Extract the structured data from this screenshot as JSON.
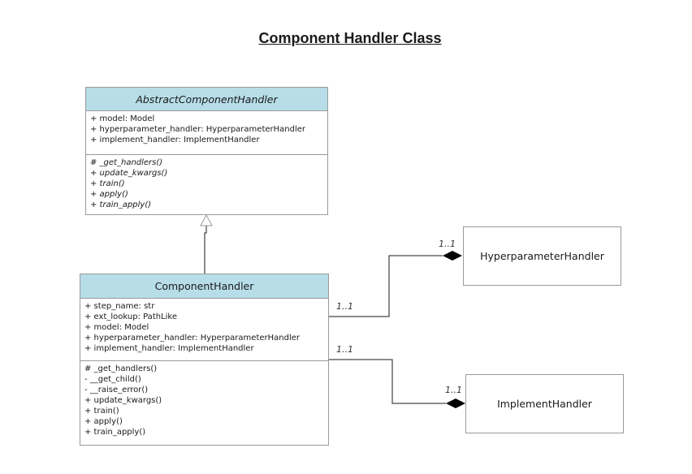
{
  "title": "Component Handler Class",
  "abstract_class": {
    "name": "AbstractComponentHandler",
    "attributes": [
      "+ model: Model",
      "+ hyperparameter_handler: HyperparameterHandler",
      "+ implement_handler: ImplementHandler"
    ],
    "methods": [
      "# _get_handlers()",
      "+ update_kwargs()",
      "+ train()",
      "+ apply()",
      "+ train_apply()"
    ]
  },
  "component_class": {
    "name": "ComponentHandler",
    "attributes": [
      "+ step_name: str",
      "+ ext_lookup: PathLike",
      "+ model: Model",
      "+ hyperparameter_handler: HyperparameterHandler",
      "+ implement_handler: ImplementHandler"
    ],
    "methods": [
      "# _get_handlers()",
      "- __get_child()",
      "- __raise_error()",
      "+ update_kwargs()",
      "+ train()",
      "+ apply()",
      "+ train_apply()"
    ]
  },
  "hyperparameter_handler": {
    "name": "HyperparameterHandler"
  },
  "implement_handler": {
    "name": "ImplementHandler"
  },
  "associations": {
    "to_hyperparameter": {
      "source_multiplicity": "1..1",
      "target_multiplicity": "1..1"
    },
    "to_implement": {
      "source_multiplicity": "1..1",
      "target_multiplicity": "1..1"
    }
  },
  "colors": {
    "class_header": "#b7dde8",
    "border": "#9a9a9a",
    "line": "#1a1a1a"
  }
}
